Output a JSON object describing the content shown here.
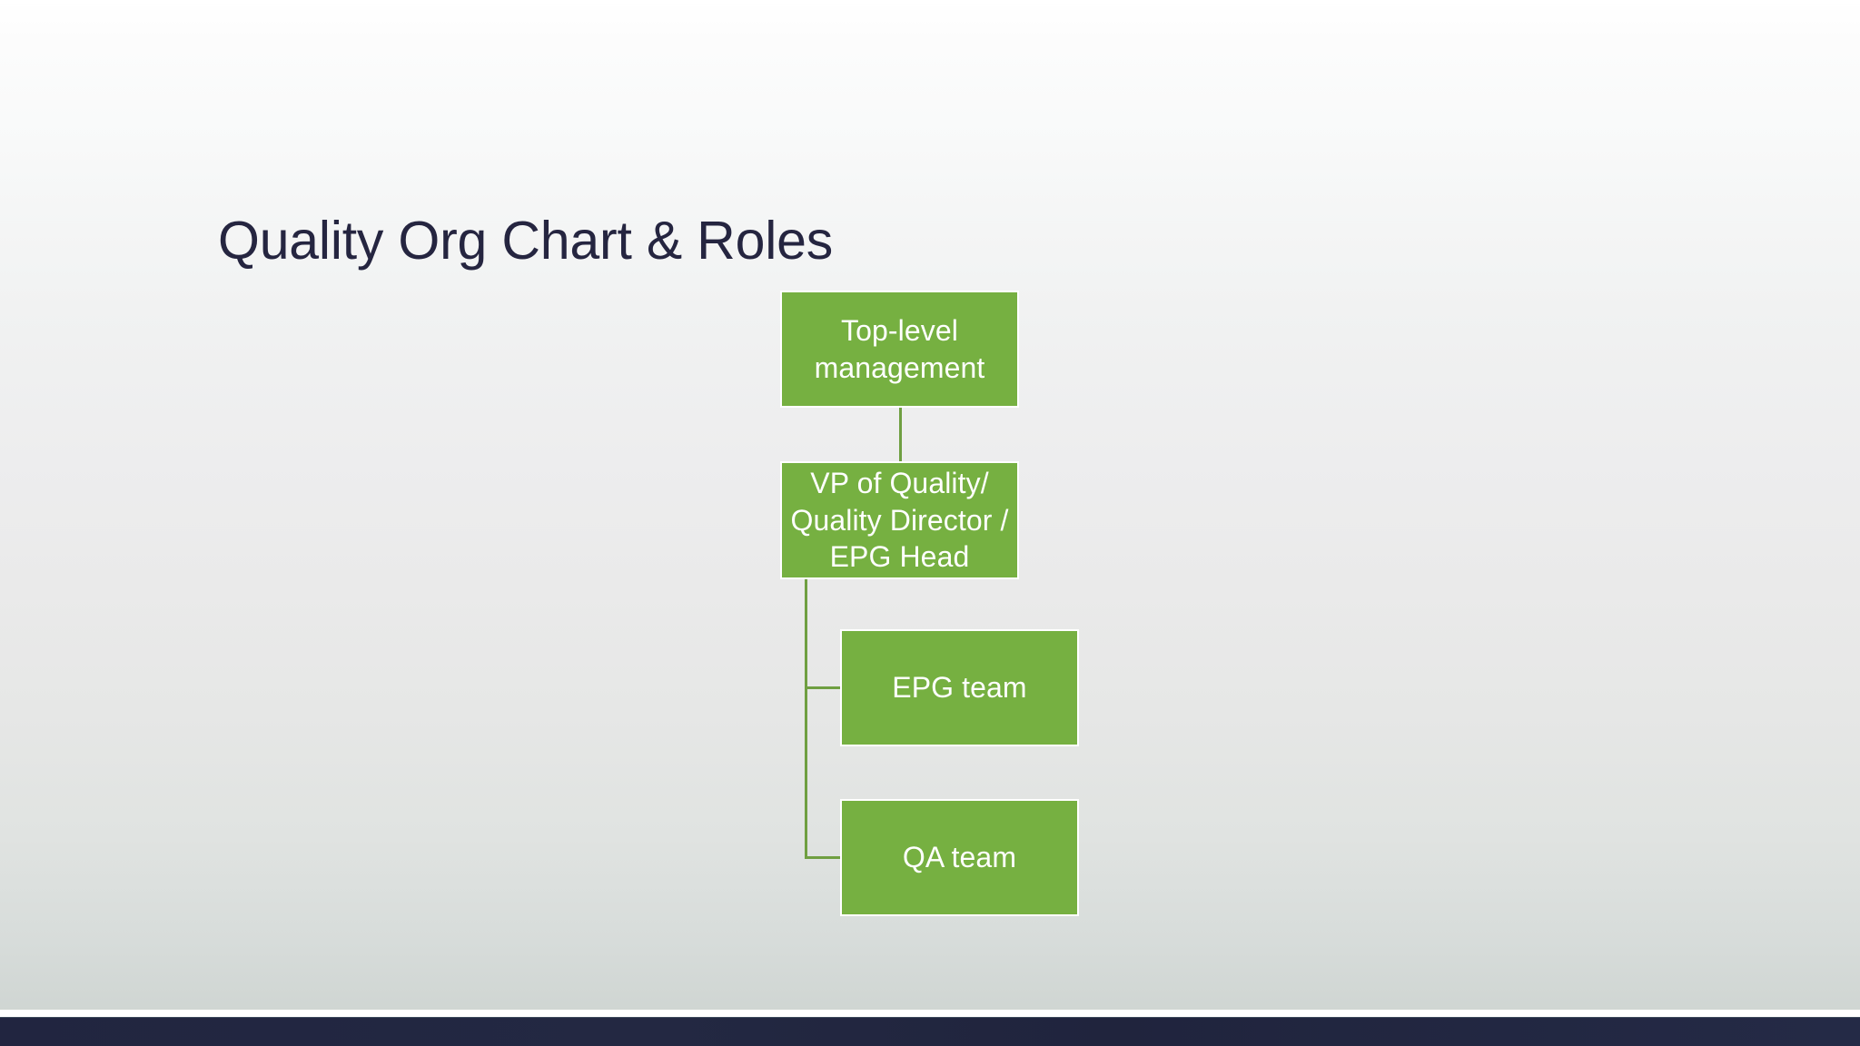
{
  "slide": {
    "title": "Quality Org Chart & Roles",
    "background_top_color": "#ffffff",
    "background_bottom_color": "#ccd2cf",
    "title_color": "#252540",
    "accent_color": "#76b041",
    "connector_color": "#6f9f41",
    "footer_bar_color": "#212540"
  },
  "chart_data": {
    "type": "diagram",
    "diagram_kind": "organization-chart",
    "title": "Quality Org Chart & Roles",
    "node_fill": "#76b041",
    "node_text_color": "#ffffff",
    "nodes": [
      {
        "id": "top",
        "label": "Top-level\nmanagement",
        "level": 0,
        "parent": null
      },
      {
        "id": "vp",
        "label": "VP of Quality/\nQuality Director /\nEPG Head",
        "level": 1,
        "parent": "top"
      },
      {
        "id": "epg-team",
        "label": "EPG team",
        "level": 2,
        "parent": "vp"
      },
      {
        "id": "qa-team",
        "label": "QA team",
        "level": 2,
        "parent": "vp"
      }
    ],
    "edges": [
      {
        "from": "top",
        "to": "vp",
        "style": "vertical"
      },
      {
        "from": "vp",
        "to": "epg-team",
        "style": "elbow"
      },
      {
        "from": "vp",
        "to": "qa-team",
        "style": "elbow"
      }
    ]
  },
  "nodes": {
    "top": {
      "label": "Top-level\nmanagement"
    },
    "vp": {
      "label": "VP of Quality/\nQuality Director /\nEPG Head"
    },
    "epg_team": {
      "label": "EPG team"
    },
    "qa_team": {
      "label": "QA team"
    }
  }
}
